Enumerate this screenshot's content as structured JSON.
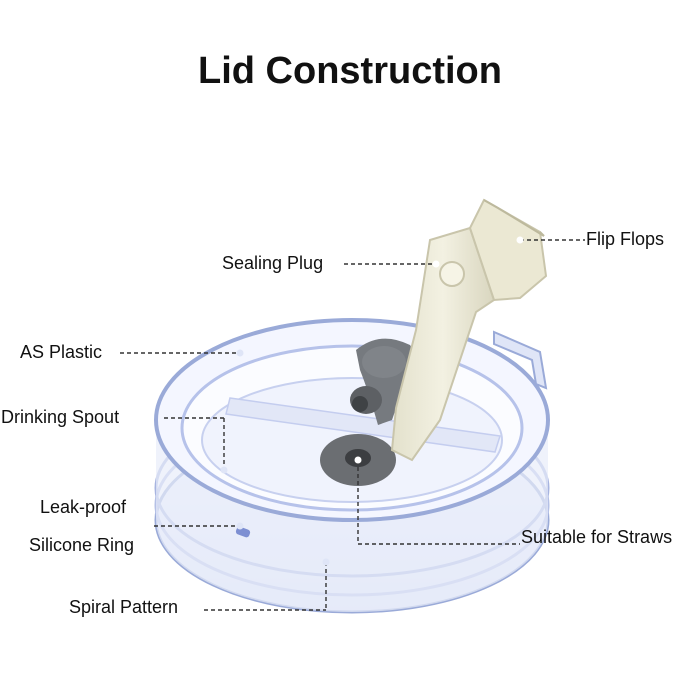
{
  "title": "Lid Construction",
  "labels": {
    "flip_flops": "Flip Flops",
    "sealing_plug": "Sealing Plug",
    "as_plastic": "AS Plastic",
    "drinking_spout": "Drinking Spout",
    "leak_proof_line1": "Leak-proof",
    "leak_proof_line2": "Silicone Ring",
    "suitable_for_straws": "Suitable for Straws",
    "spiral_pattern": "Spiral Pattern"
  },
  "colors": {
    "lid_outline": "#9aaad8",
    "lid_fill": "#eef1fb",
    "flip_cap": "#ecead8",
    "silicone": "#6b6e72",
    "leader": "#333333"
  }
}
